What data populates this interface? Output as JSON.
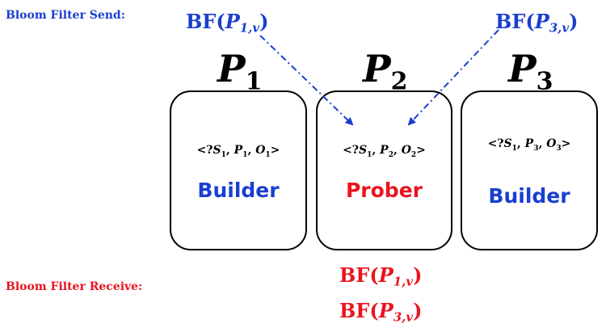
{
  "labels": {
    "send": "Bloom Filter Send:",
    "receive": "Bloom Filter Receive:"
  },
  "colors": {
    "send": "#1a3fcf",
    "receive": "#e8151f",
    "builder": "#1a3fcf",
    "prober": "#e8151f"
  },
  "bf_prefix": "BF(",
  "bf_suffix": ")",
  "send_filters": [
    {
      "base": "P",
      "sub": "1,v"
    },
    {
      "base": "P",
      "sub": "3,v"
    }
  ],
  "receive_filters": [
    {
      "base": "P",
      "sub": "1,v"
    },
    {
      "base": "P",
      "sub": "3,v"
    }
  ],
  "processors": [
    {
      "name": "P",
      "index": "1",
      "triple": {
        "open": "<?",
        "s": "S",
        "s_sub": "1",
        "p": "P",
        "p_sub": "1",
        "o": "O",
        "o_sub": "1",
        "close": ">"
      },
      "role": "Builder"
    },
    {
      "name": "P",
      "index": "2",
      "triple": {
        "open": "<?",
        "s": "S",
        "s_sub": "1",
        "p": "P",
        "p_sub": "2",
        "o": "O",
        "o_sub": "2",
        "close": ">"
      },
      "role": "Prober"
    },
    {
      "name": "P",
      "index": "3",
      "triple": {
        "open": "<?",
        "s": "S",
        "s_sub": "1",
        "p": "P",
        "p_sub": "3",
        "o": "O",
        "o_sub": "3",
        "close": ">"
      },
      "role": "Builder"
    }
  ]
}
